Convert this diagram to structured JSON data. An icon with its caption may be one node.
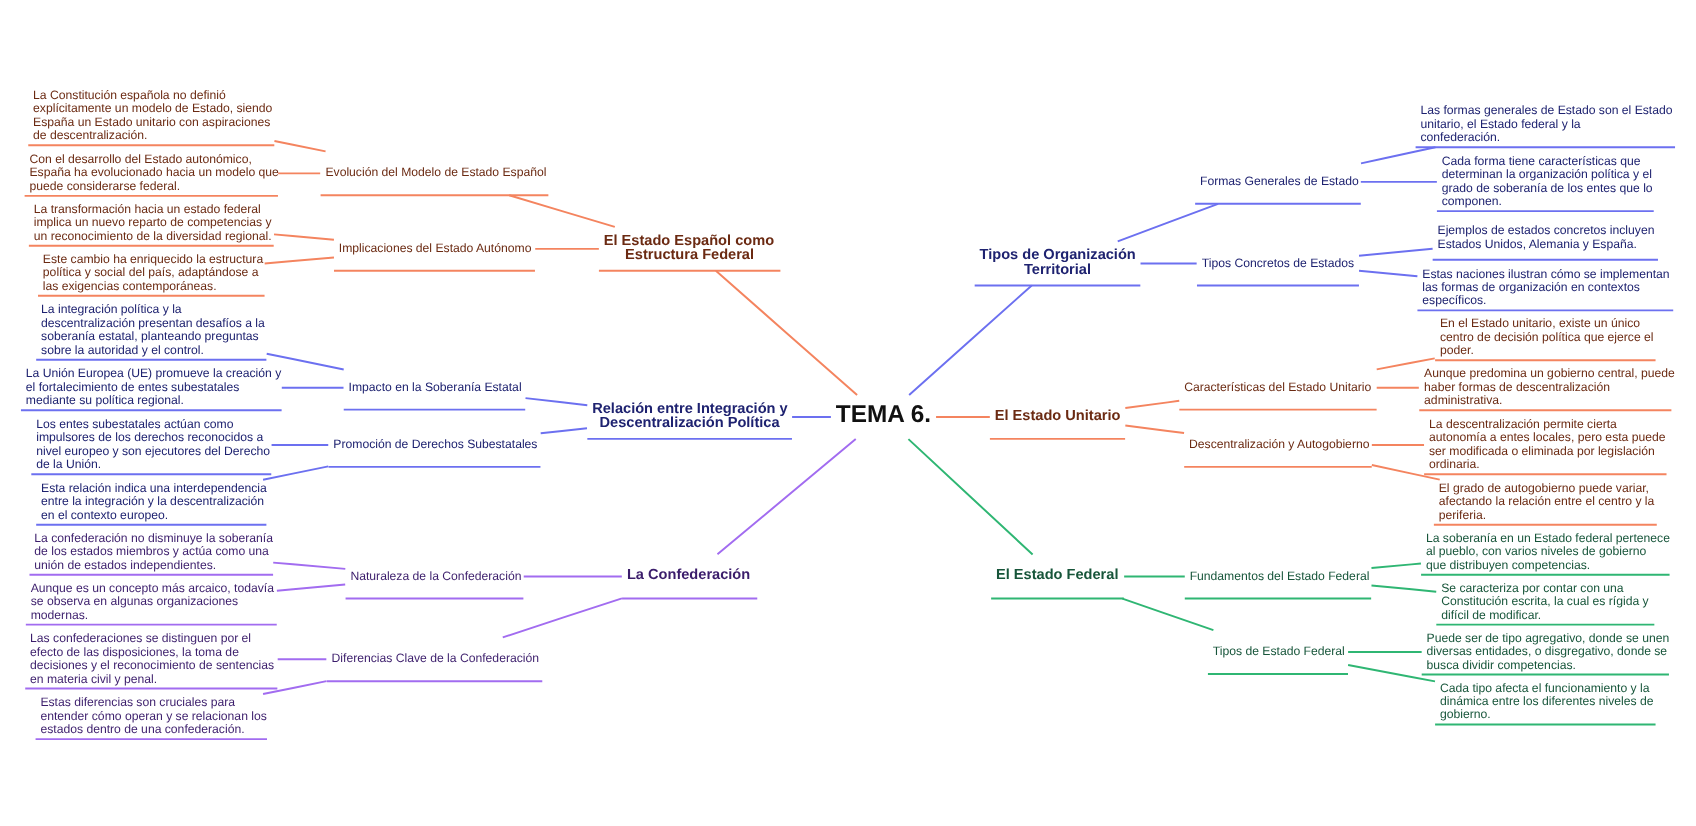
{
  "diagram": {
    "nodes": [
      {
        "text": [
          "TEMA 6."
        ]
      },
      {
        "text": [
          "El Estado Español como Estructura Federal"
        ]
      },
      {
        "text": [
          "Evolución del Modelo de Estado Español"
        ]
      },
      {
        "text": [
          "La Constitución española no definió explícitamente un modelo de Estado, siendo España un Estado unitario con aspiraciones de descentralización."
        ]
      },
      {
        "text": [
          "Con el desarrollo del Estado autonómico, España ha evolucionado hacia un modelo que puede considerarse federal."
        ]
      },
      {
        "text": [
          "Implicaciones del Estado Autónomo"
        ]
      },
      {
        "text": [
          "La transformación hacia un estado federal implica un nuevo reparto de competencias y un reconocimiento de la diversidad regional."
        ]
      },
      {
        "text": [
          "Este cambio ha enriquecido la estructura política y social del país, adaptándose a las exigencias contemporáneas."
        ]
      },
      {
        "text": [
          "Relación entre Integración y Descentralización Política"
        ]
      },
      {
        "text": [
          "Impacto en la Soberanía Estatal"
        ]
      },
      {
        "text": [
          "La integración política y la descentralización presentan desafíos a la soberanía estatal, planteando preguntas sobre la autoridad y el control."
        ]
      },
      {
        "text": [
          "La Unión Europea (UE) promueve la creación y el fortalecimiento de entes subestatales mediante su política regional."
        ]
      },
      {
        "text": [
          "Promoción de Derechos Subestatales"
        ]
      },
      {
        "text": [
          "Los entes subestatales actúan como impulsores de los derechos reconocidos a nivel europeo y son ejecutores del Derecho de la Unión."
        ]
      },
      {
        "text": [
          "Esta relación indica una interdependencia entre la integración y la descentralización en el contexto europeo."
        ]
      },
      {
        "text": [
          "La Confederación"
        ]
      },
      {
        "text": [
          "Naturaleza de la Confederación"
        ]
      },
      {
        "text": [
          "La confederación no disminuye la soberanía de los estados miembros y actúa como una unión de estados independientes."
        ]
      },
      {
        "text": [
          "Aunque es un concepto más arcaico, todavía se observa en algunas organizaciones modernas."
        ]
      },
      {
        "text": [
          "Diferencias Clave de la Confederación"
        ]
      },
      {
        "text": [
          "Las confederaciones se distinguen por el efecto de las disposiciones, la toma de decisiones y el reconocimiento de sentencias en materia civil y penal."
        ]
      },
      {
        "text": [
          "Estas diferencias son cruciales para entender cómo operan y se relacionan los estados dentro de una confederación."
        ]
      },
      {
        "text": [
          "Tipos de Organización Territorial"
        ]
      },
      {
        "text": [
          "Formas Generales de Estado"
        ]
      },
      {
        "text": [
          "Las formas generales de Estado son el Estado unitario, el Estado federal y la confederación."
        ]
      },
      {
        "text": [
          "Cada forma tiene características que determinan la organización política y el grado de soberanía de los entes que lo componen."
        ]
      },
      {
        "text": [
          "Tipos Concretos de Estados"
        ]
      },
      {
        "text": [
          "Ejemplos de estados concretos incluyen Estados Unidos, Alemania y España."
        ]
      },
      {
        "text": [
          "Estas naciones ilustran cómo se implementan las formas de organización en contextos específicos."
        ]
      },
      {
        "text": [
          "El Estado Unitario"
        ]
      },
      {
        "text": [
          "Características del Estado Unitario"
        ]
      },
      {
        "text": [
          "En el Estado unitario, existe un único centro de decisión política que ejerce el poder."
        ]
      },
      {
        "text": [
          "Aunque predomina un gobierno central, puede haber formas de descentralización administrativa."
        ]
      },
      {
        "text": [
          "Descentralización y Autogobierno"
        ]
      },
      {
        "text": [
          "La descentralización permite cierta autonomía a entes locales, pero esta puede ser modificada o eliminada por legislación ordinaria."
        ]
      },
      {
        "text": [
          "El grado de autogobierno puede variar, afectando la relación entre el centro y la periferia."
        ]
      },
      {
        "text": [
          "El Estado Federal"
        ]
      },
      {
        "text": [
          "Fundamentos del Estado Federal"
        ]
      },
      {
        "text": [
          "La soberanía en un Estado federal pertenece al pueblo, con varios niveles de gobierno que distribuyen competencias."
        ]
      },
      {
        "text": [
          "Se caracteriza por contar con una Constitución escrita, la cual es rígida y difícil de modificar."
        ]
      },
      {
        "text": [
          "Tipos de Estado Federal"
        ]
      },
      {
        "text": [
          "Puede ser de tipo agregativo, donde se unen diversas entidades, o disgregativo, donde se busca dividir competencias."
        ]
      },
      {
        "text": [
          "Cada tipo afecta el funcionamiento y la dinámica entre los diferentes niveles de gobierno."
        ]
      }
    ],
    "edges": [
      {
        "from": 1,
        "to": 0,
        "arrow": "none",
        "color": "#f4845f"
      },
      {
        "from": 2,
        "to": 1,
        "arrow": "none",
        "color": "#f4845f"
      },
      {
        "from": 3,
        "to": 2,
        "arrow": "none",
        "color": "#f4845f"
      },
      {
        "from": 4,
        "to": 2,
        "arrow": "none",
        "color": "#f4845f"
      },
      {
        "from": 5,
        "to": 1,
        "arrow": "none",
        "color": "#f4845f"
      },
      {
        "from": 6,
        "to": 5,
        "arrow": "none",
        "color": "#f4845f"
      },
      {
        "from": 7,
        "to": 5,
        "arrow": "none",
        "color": "#f4845f"
      },
      {
        "from": 8,
        "to": 0,
        "arrow": "none",
        "color": "#6c70f0"
      },
      {
        "from": 9,
        "to": 8,
        "arrow": "none",
        "color": "#6c70f0"
      },
      {
        "from": 10,
        "to": 9,
        "arrow": "none",
        "color": "#6c70f0"
      },
      {
        "from": 11,
        "to": 9,
        "arrow": "none",
        "color": "#6c70f0"
      },
      {
        "from": 12,
        "to": 8,
        "arrow": "none",
        "color": "#6c70f0"
      },
      {
        "from": 13,
        "to": 12,
        "arrow": "none",
        "color": "#6c70f0"
      },
      {
        "from": 14,
        "to": 12,
        "arrow": "none",
        "color": "#6c70f0"
      },
      {
        "from": 15,
        "to": 0,
        "arrow": "none",
        "color": "#a26cf0"
      },
      {
        "from": 16,
        "to": 15,
        "arrow": "none",
        "color": "#a26cf0"
      },
      {
        "from": 17,
        "to": 16,
        "arrow": "none",
        "color": "#a26cf0"
      },
      {
        "from": 18,
        "to": 16,
        "arrow": "none",
        "color": "#a26cf0"
      },
      {
        "from": 19,
        "to": 15,
        "arrow": "none",
        "color": "#a26cf0"
      },
      {
        "from": 20,
        "to": 19,
        "arrow": "none",
        "color": "#a26cf0"
      },
      {
        "from": 21,
        "to": 19,
        "arrow": "none",
        "color": "#a26cf0"
      },
      {
        "from": 0,
        "to": 22,
        "arrow": "none",
        "color": "#6c70f0"
      },
      {
        "from": 22,
        "to": 23,
        "arrow": "none",
        "color": "#6c70f0"
      },
      {
        "from": 23,
        "to": 24,
        "arrow": "none",
        "color": "#6c70f0"
      },
      {
        "from": 23,
        "to": 25,
        "arrow": "none",
        "color": "#6c70f0"
      },
      {
        "from": 22,
        "to": 26,
        "arrow": "none",
        "color": "#6c70f0"
      },
      {
        "from": 26,
        "to": 27,
        "arrow": "none",
        "color": "#6c70f0"
      },
      {
        "from": 26,
        "to": 28,
        "arrow": "none",
        "color": "#6c70f0"
      },
      {
        "from": 0,
        "to": 29,
        "arrow": "none",
        "color": "#f4845f"
      },
      {
        "from": 29,
        "to": 30,
        "arrow": "none",
        "color": "#f4845f"
      },
      {
        "from": 30,
        "to": 31,
        "arrow": "none",
        "color": "#f4845f"
      },
      {
        "from": 30,
        "to": 32,
        "arrow": "none",
        "color": "#f4845f"
      },
      {
        "from": 29,
        "to": 33,
        "arrow": "none",
        "color": "#f4845f"
      },
      {
        "from": 33,
        "to": 34,
        "arrow": "none",
        "color": "#f4845f"
      },
      {
        "from": 33,
        "to": 35,
        "arrow": "none",
        "color": "#f4845f"
      },
      {
        "from": 0,
        "to": 36,
        "arrow": "none",
        "color": "#2fb673"
      },
      {
        "from": 36,
        "to": 37,
        "arrow": "none",
        "color": "#2fb673"
      },
      {
        "from": 37,
        "to": 38,
        "arrow": "none",
        "color": "#2fb673"
      },
      {
        "from": 37,
        "to": 39,
        "arrow": "none",
        "color": "#2fb673"
      },
      {
        "from": 36,
        "to": 40,
        "arrow": "none",
        "color": "#2fb673"
      },
      {
        "from": 40,
        "to": 41,
        "arrow": "none",
        "color": "#2fb673"
      },
      {
        "from": 40,
        "to": 42,
        "arrow": "none",
        "color": "#2fb673"
      }
    ]
  }
}
